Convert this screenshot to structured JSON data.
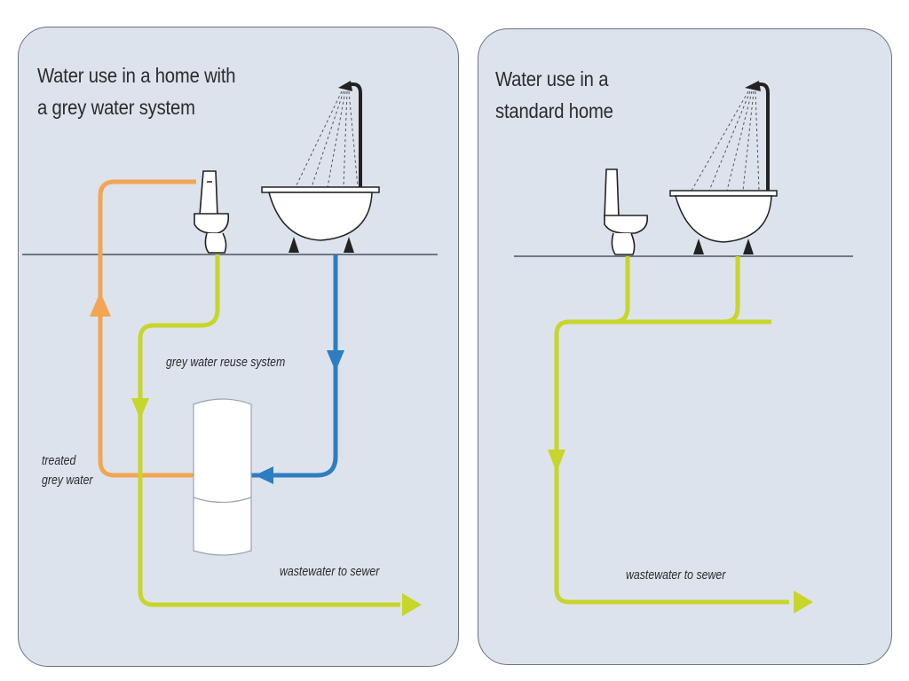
{
  "left_panel": {
    "title_line1": "Water use in a home with",
    "title_line2": "a grey water system",
    "label_reuse_system": "grey water reuse system",
    "label_treated_line1": "treated",
    "label_treated_line2": "grey water",
    "label_sewer": "wastewater to sewer"
  },
  "right_panel": {
    "title_line1": "Water use in a",
    "title_line2": "standard home",
    "label_sewer": "wastewater to sewer"
  },
  "colors": {
    "panel_bg": "#dde3ec",
    "wastewater": "#c8d52a",
    "treated_grey_water": "#f2a552",
    "grey_water": "#2e7dc0",
    "fixtures": "#ffffff",
    "fixture_outline": "#222222"
  },
  "icons": [
    "toilet-icon",
    "bathtub-icon",
    "shower-head-icon",
    "storage-tank-icon",
    "flow-arrow-icon"
  ]
}
